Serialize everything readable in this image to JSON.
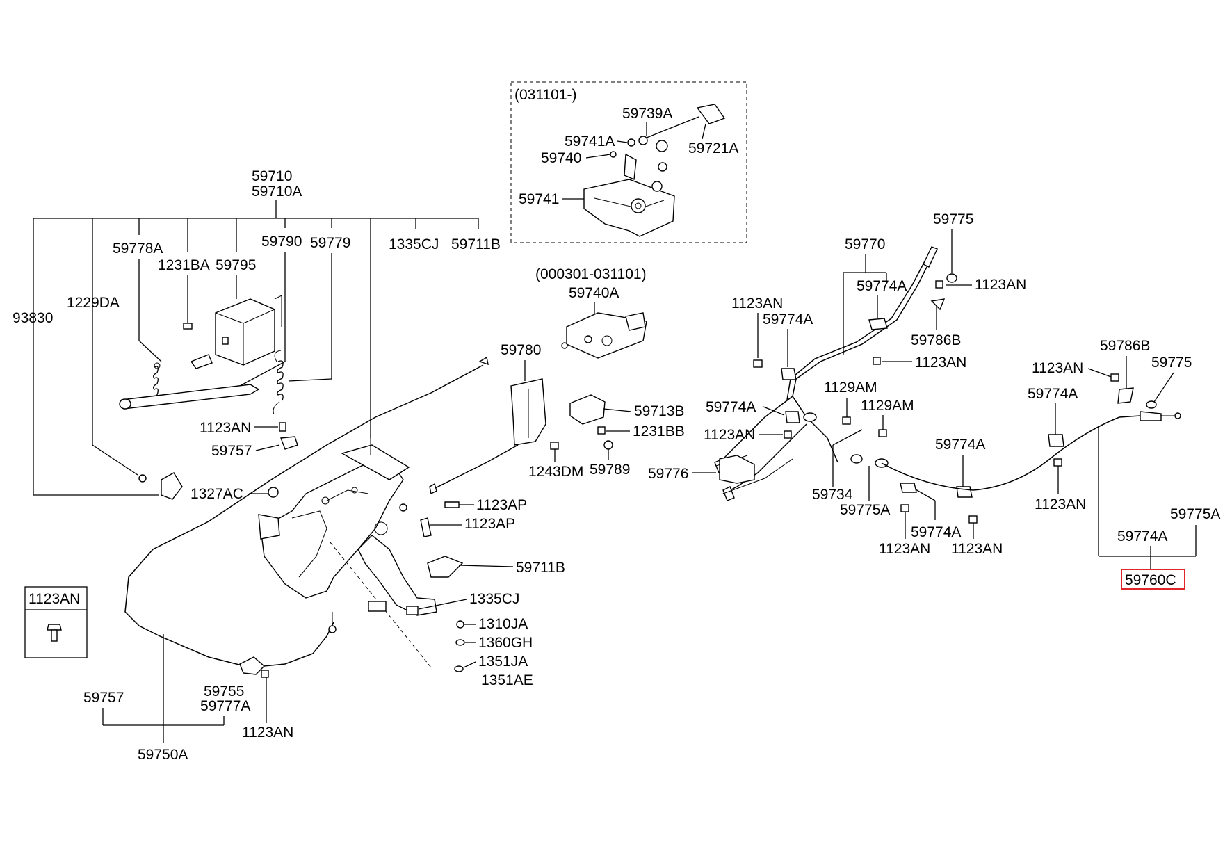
{
  "colors": {
    "line": "#000000",
    "highlight": "#e0262a",
    "background": "#ffffff"
  },
  "highlighted_part": "59760C",
  "groups": {
    "inset_top": "(031101-)",
    "inset_mid": "(000301-031101)"
  },
  "legend_box": {
    "label": "1123AN",
    "icon": "bolt-icon"
  },
  "labels": {
    "p59710": "59710",
    "p59710A": "59710A",
    "p59778A": "59778A",
    "p1231BA": "1231BA",
    "p59795": "59795",
    "p59790": "59790",
    "p59779": "59779",
    "p1335CJ_top": "1335CJ",
    "p59711B_top": "59711B",
    "p93830": "93830",
    "p1229DA": "1229DA",
    "p1123AN_l1": "1123AN",
    "p59757_a": "59757",
    "p1327AC": "1327AC",
    "p59739A": "59739A",
    "p59741A": "59741A",
    "p59740": "59740",
    "p59721A": "59721A",
    "p59741": "59741",
    "p59740A": "59740A",
    "p59780": "59780",
    "p59713B": "59713B",
    "p1231BB": "1231BB",
    "p1243DM": "1243DM",
    "p59789": "59789",
    "p1123AP_1": "1123AP",
    "p1123AP_2": "1123AP",
    "p59711B_b": "59711B",
    "p1335CJ_b": "1335CJ",
    "p1310JA": "1310JA",
    "p1360GH": "1360GH",
    "p1351JA": "1351JA",
    "p1351AE": "1351AE",
    "p59755": "59755",
    "p59777A": "59777A",
    "p59757_b": "59757",
    "p1123AN_l2": "1123AN",
    "p59750A": "59750A",
    "p59770": "59770",
    "p59775_a": "59775",
    "p59774A_a": "59774A",
    "p1123AN_r1": "1123AN",
    "p1123AN_r2": "1123AN",
    "p59774A_b": "59774A",
    "p59786B_a": "59786B",
    "p1123AN_r3": "1123AN",
    "p1129AM_a": "1129AM",
    "p1129AM_b": "1129AM",
    "p59774A_c": "59774A",
    "p1123AN_r4": "1123AN",
    "p59776": "59776",
    "p59734": "59734",
    "p59775A_a": "59775A",
    "p59774A_d": "59774A",
    "p59774A_e": "59774A",
    "p1123AN_r5": "1123AN",
    "p1123AN_r6": "1123AN",
    "p59786B_b": "59786B",
    "p1123AN_r7": "1123AN",
    "p59775_b": "59775",
    "p59774A_f": "59774A",
    "p1123AN_r8": "1123AN",
    "p59775A_b": "59775A",
    "p59774A_g": "59774A",
    "p59760C": "59760C"
  }
}
